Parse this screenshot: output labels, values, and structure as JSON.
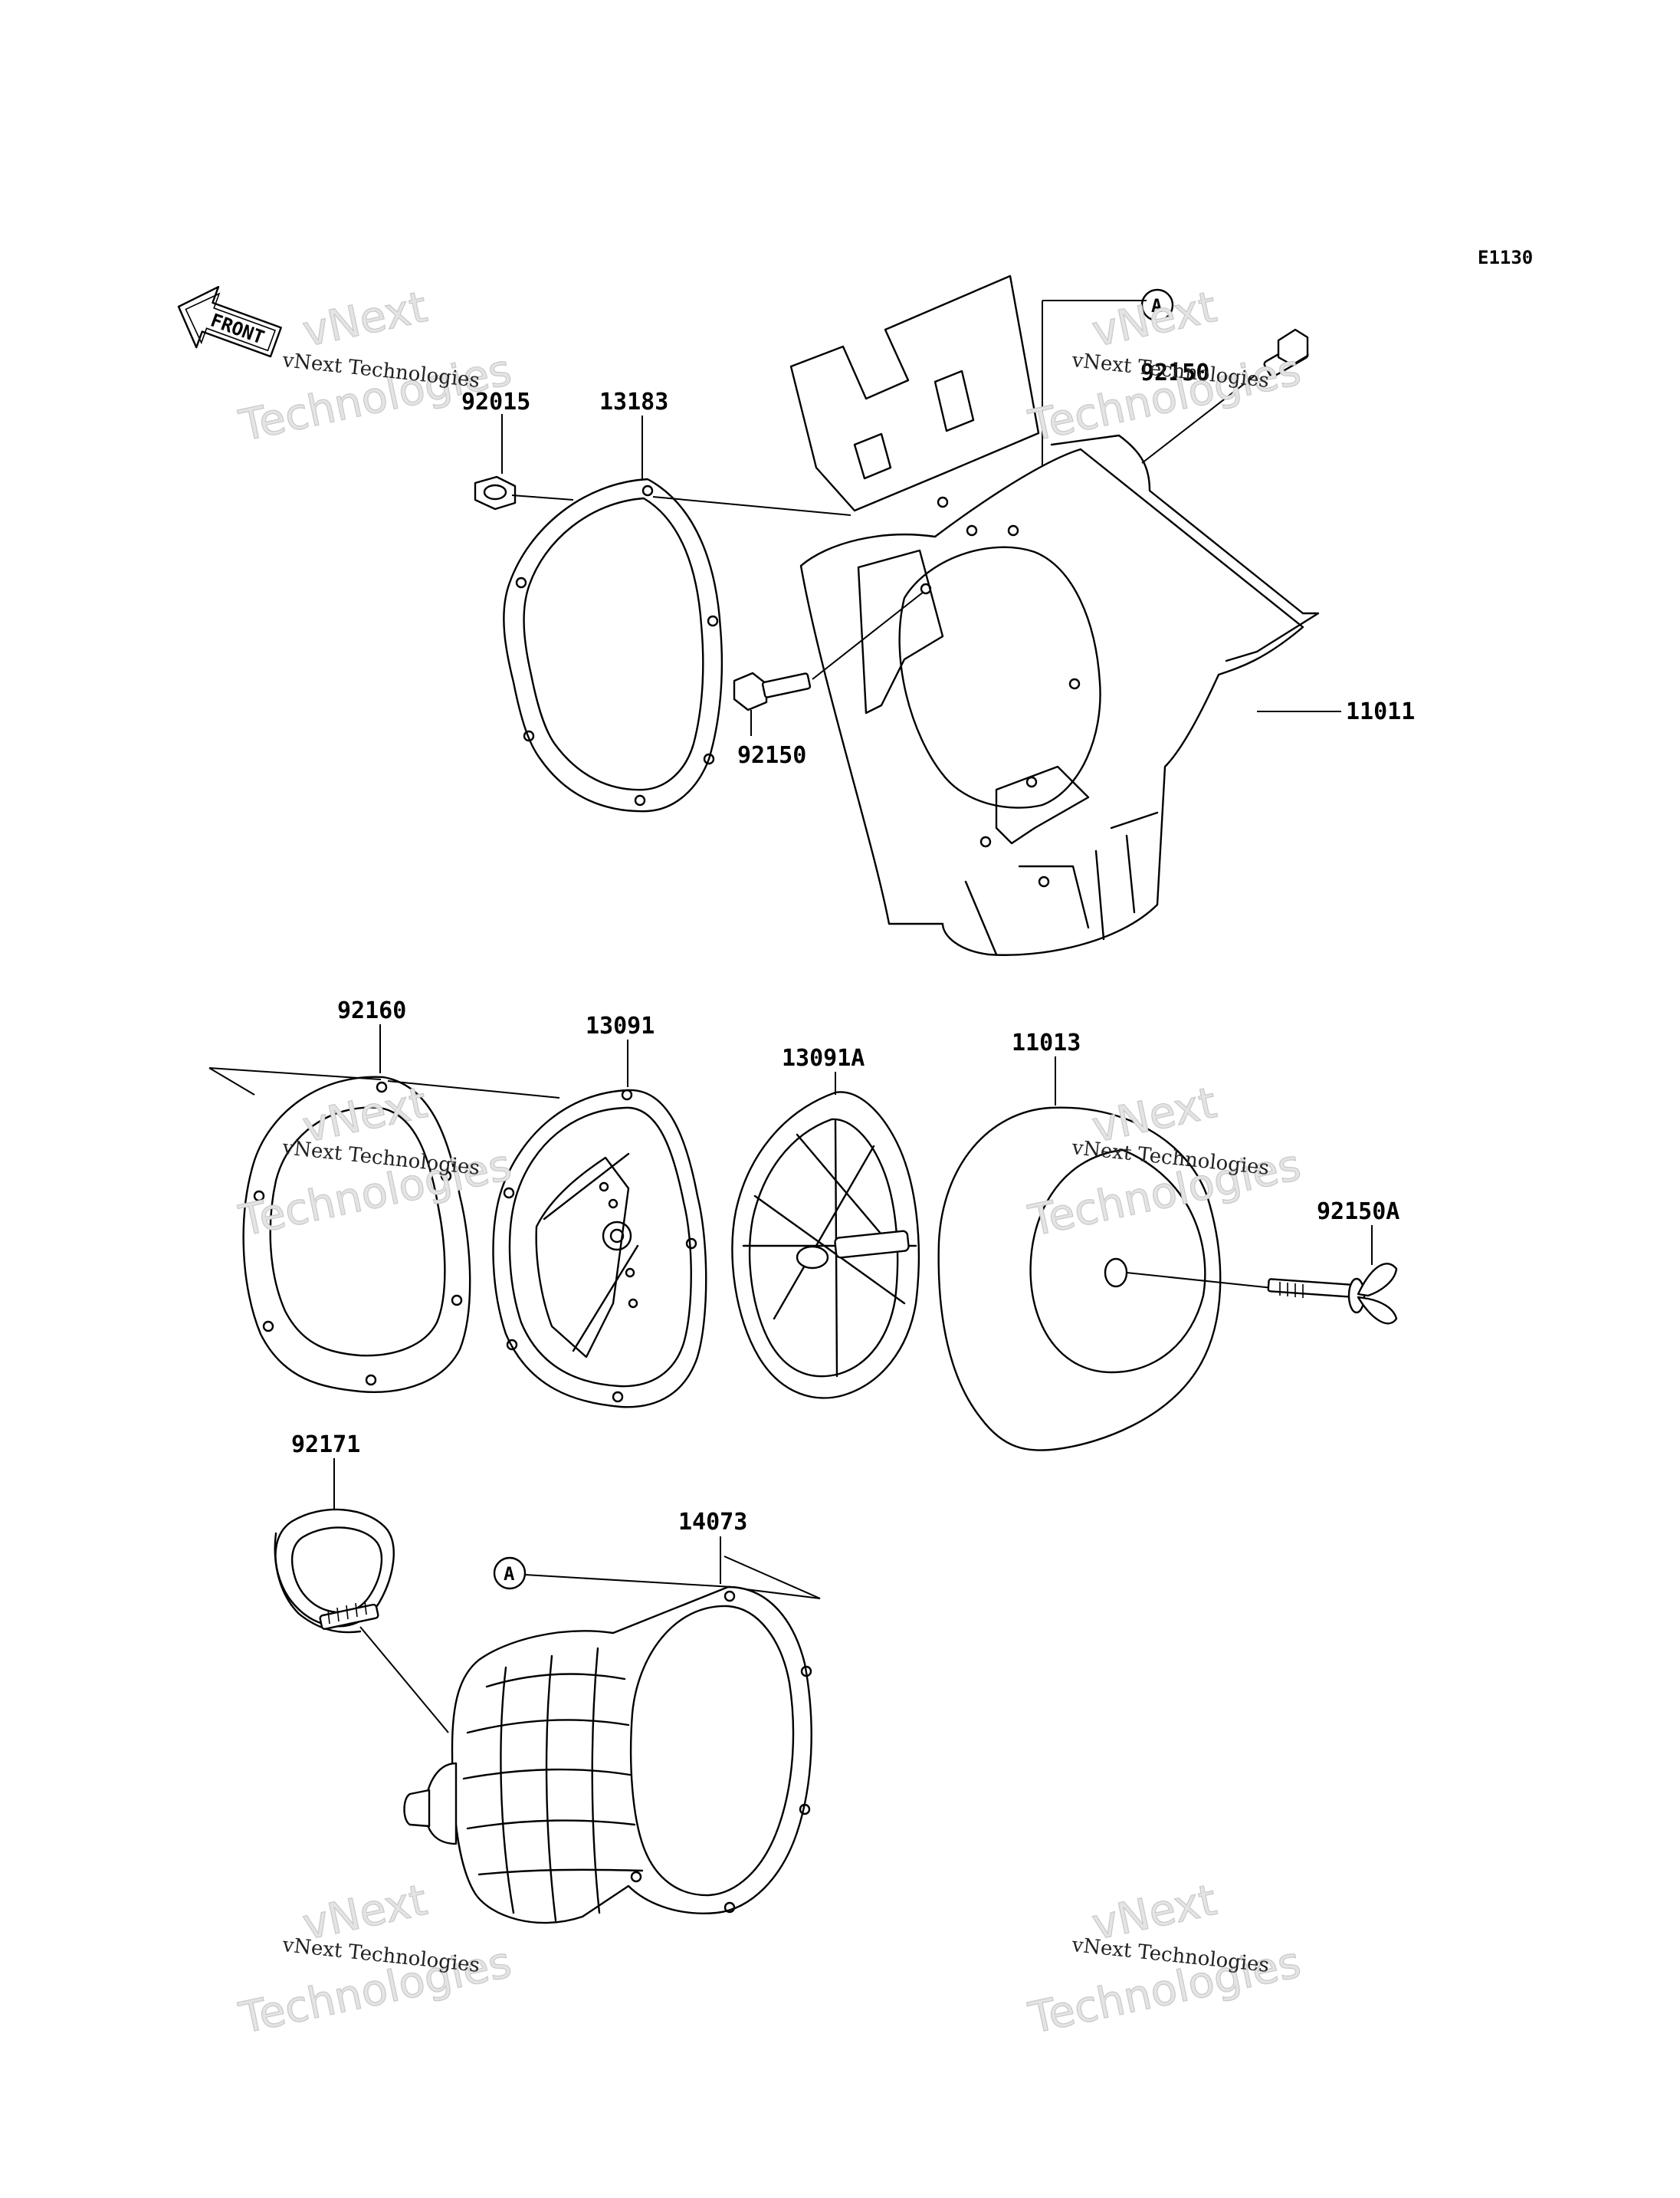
{
  "diagram_code": "E1130",
  "front_marker": "FRONT",
  "reference_marker": "A",
  "parts": {
    "p92015": "92015",
    "p13183": "13183",
    "p92150_top": "92150",
    "p92150": "92150",
    "p11011": "11011",
    "p92160": "92160",
    "p13091": "13091",
    "p13091A": "13091A",
    "p11013": "11013",
    "p92150A": "92150A",
    "p92171": "92171",
    "p14073": "14073"
  },
  "watermark": {
    "line1": "vNext Technologies",
    "big_top": "vNext",
    "big_bottom": "Technologies"
  }
}
